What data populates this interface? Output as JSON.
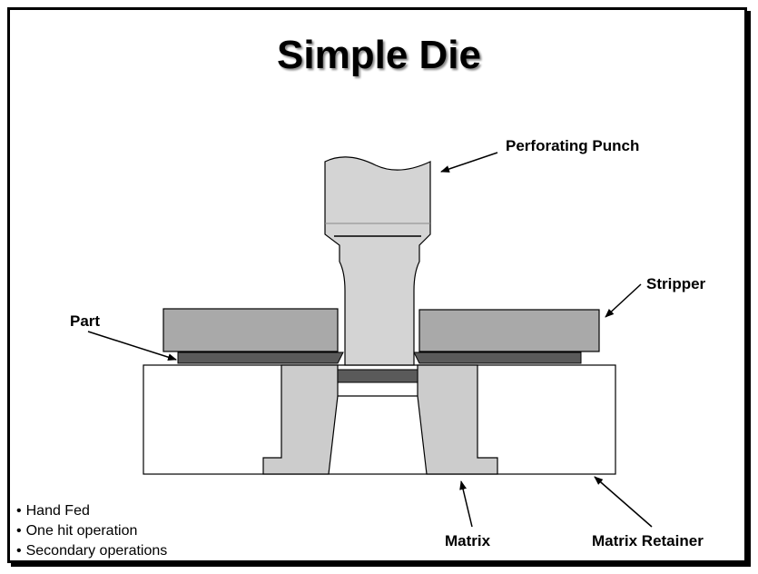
{
  "title": "Simple Die",
  "labels": {
    "perforating_punch": "Perforating Punch",
    "stripper": "Stripper",
    "part": "Part",
    "matrix": "Matrix",
    "matrix_retainer": "Matrix Retainer"
  },
  "bullets": [
    "Hand Fed",
    "One hit operation",
    "Secondary operations"
  ],
  "colors": {
    "punch": "#d4d4d4",
    "stripper": "#a9a9a9",
    "part": "#5a5a5a",
    "matrix": "#cccccc",
    "retainer": "#ffffff",
    "outline": "#000000"
  }
}
